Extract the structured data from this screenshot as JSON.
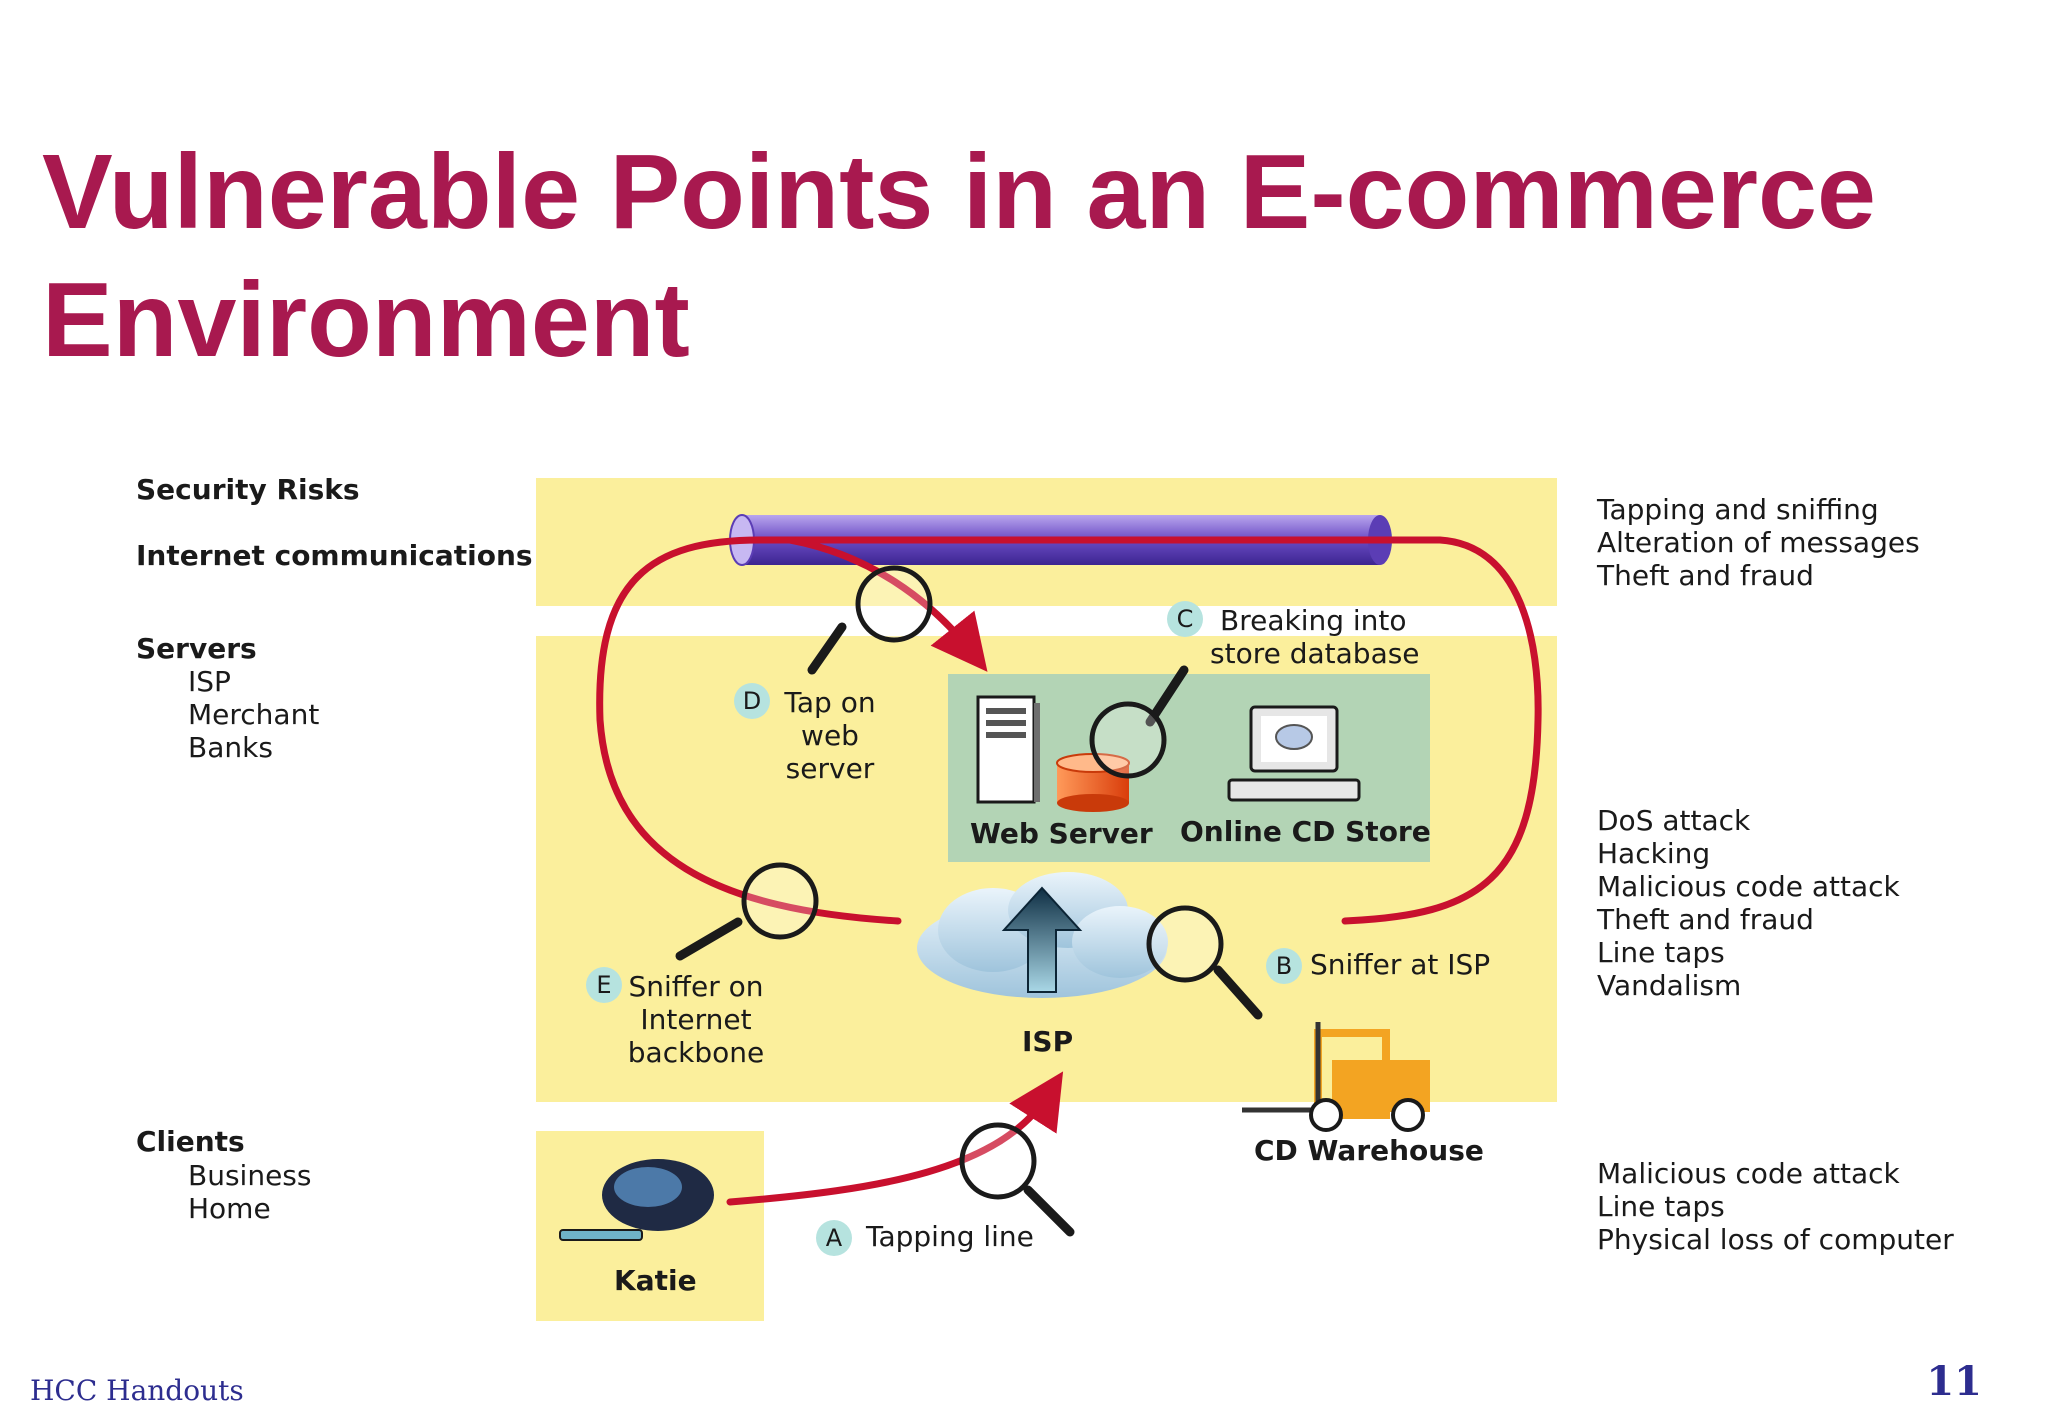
{
  "title": {
    "line1": "Vulnerable Points in an E-commerce",
    "line2": "Environment"
  },
  "left_labels": {
    "heading": "Security Risks",
    "internet": "Internet communications",
    "servers": "Servers",
    "servers_items": [
      "ISP",
      "Merchant",
      "Banks"
    ],
    "clients": "Clients",
    "clients_items": [
      "Business",
      "Home"
    ]
  },
  "risks": {
    "internet": [
      "Tapping and sniffing",
      "Alteration of messages",
      "Theft and fraud"
    ],
    "servers": [
      "DoS attack",
      "Hacking",
      "Malicious code attack",
      "Theft and fraud",
      "Line taps",
      "Vandalism"
    ],
    "clients": [
      "Malicious code attack",
      "Line taps",
      "Physical loss of computer"
    ]
  },
  "diagram": {
    "web_server": "Web Server",
    "online_store": "Online CD Store",
    "isp": "ISP",
    "warehouse": "CD Warehouse",
    "client": "Katie",
    "points": {
      "a": {
        "letter": "A",
        "text": "Tapping line"
      },
      "b": {
        "letter": "B",
        "text": "Sniffer at ISP"
      },
      "c": {
        "letter": "C",
        "line1": "Breaking into",
        "line2": "store database"
      },
      "d": {
        "letter": "D",
        "line1": "Tap on",
        "line2": "web",
        "line3": "server"
      },
      "e": {
        "letter": "E",
        "line1": "Sniffer on",
        "line2": "Internet",
        "line3": "backbone"
      }
    }
  },
  "footer": {
    "left": "HCC Handouts",
    "page": "11"
  },
  "colors": {
    "title": "#a8194f",
    "band": "#fbef9c",
    "green_box": "#b3d4b5",
    "path": "#c8102e",
    "pipe": "#6a4bc4",
    "marker": "#b6e3df",
    "footer": "#2d2d8f"
  },
  "icons": [
    "magnifier-icon",
    "tower-server-icon",
    "database-icon",
    "desktop-computer-icon",
    "cloud-icon",
    "up-arrow-icon",
    "forklift-icon",
    "laptop-icon"
  ]
}
